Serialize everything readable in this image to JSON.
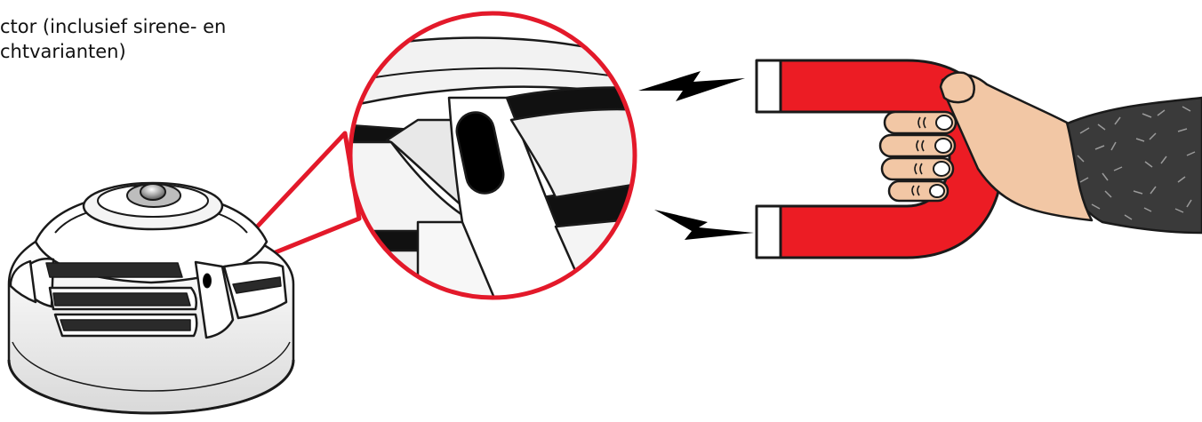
{
  "caption": {
    "line1": "ctor (inclusief sirene- en",
    "line2": "chtvarianten)"
  },
  "colors": {
    "magnet": "#ec1c24",
    "zoom_outline": "#e3192a",
    "detector_body": "#f4f4f4",
    "outline": "#1a1a1a",
    "skin": "#f2c7a5",
    "sleeve": "#3a3a3a"
  },
  "icons": [
    "smoke-detector",
    "magnifier-zoom-circle",
    "horseshoe-magnet",
    "hand",
    "lightning-bolt"
  ]
}
